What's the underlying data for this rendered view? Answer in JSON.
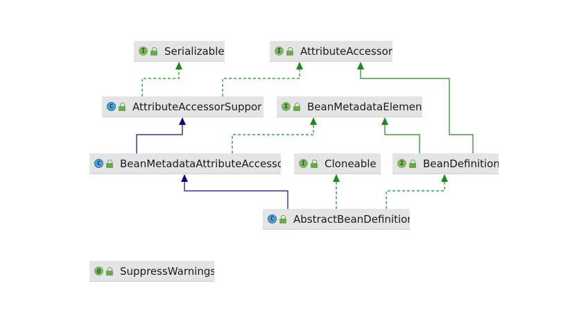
{
  "nodes": [
    {
      "id": "serializable",
      "label": "Serializable",
      "kind": "interface",
      "badge": "I"
    },
    {
      "id": "attributeaccessor",
      "label": "AttributeAccessor",
      "kind": "interface",
      "badge": "I"
    },
    {
      "id": "attributeaccessorsupport",
      "label": "AttributeAccessorSuppor",
      "kind": "class",
      "badge": "C"
    },
    {
      "id": "beanmetadataelement",
      "label": "BeanMetadataElement",
      "kind": "interface",
      "badge": "I"
    },
    {
      "id": "beanmetadataattributeaccessor",
      "label": "BeanMetadataAttributeAccesso",
      "kind": "class",
      "badge": "C"
    },
    {
      "id": "cloneable",
      "label": "Cloneable",
      "kind": "interface",
      "badge": "I"
    },
    {
      "id": "beandefinition",
      "label": "BeanDefinition",
      "kind": "interface",
      "badge": "I"
    },
    {
      "id": "abstractbeandefinition",
      "label": "AbstractBeanDefinition",
      "kind": "class",
      "badge": "C"
    },
    {
      "id": "suppresswarnings",
      "label": "SuppressWarnings",
      "kind": "annotation",
      "badge": "@"
    }
  ],
  "edges": [
    {
      "from": "attributeaccessorsupport",
      "to": "serializable",
      "type": "implements"
    },
    {
      "from": "attributeaccessorsupport",
      "to": "attributeaccessor",
      "type": "implements"
    },
    {
      "from": "beandefinition",
      "to": "attributeaccessor",
      "type": "extends-interface"
    },
    {
      "from": "beanmetadataattributeaccessor",
      "to": "attributeaccessorsupport",
      "type": "extends"
    },
    {
      "from": "beanmetadataattributeaccessor",
      "to": "beanmetadataelement",
      "type": "implements"
    },
    {
      "from": "beandefinition",
      "to": "beanmetadataelement",
      "type": "extends-interface"
    },
    {
      "from": "abstractbeandefinition",
      "to": "beanmetadataattributeaccessor",
      "type": "extends"
    },
    {
      "from": "abstractbeandefinition",
      "to": "cloneable",
      "type": "implements"
    },
    {
      "from": "abstractbeandefinition",
      "to": "beandefinition",
      "type": "implements"
    }
  ],
  "colors": {
    "implements": "#1a8a1a",
    "extends-interface": "#1a8a1a",
    "extends": "#0b0b7a",
    "node_bg": "#e4e4e4"
  },
  "icons": {
    "interface": "interface-icon",
    "class": "class-icon",
    "annotation": "annotation-icon",
    "access": "public-lock-icon"
  }
}
